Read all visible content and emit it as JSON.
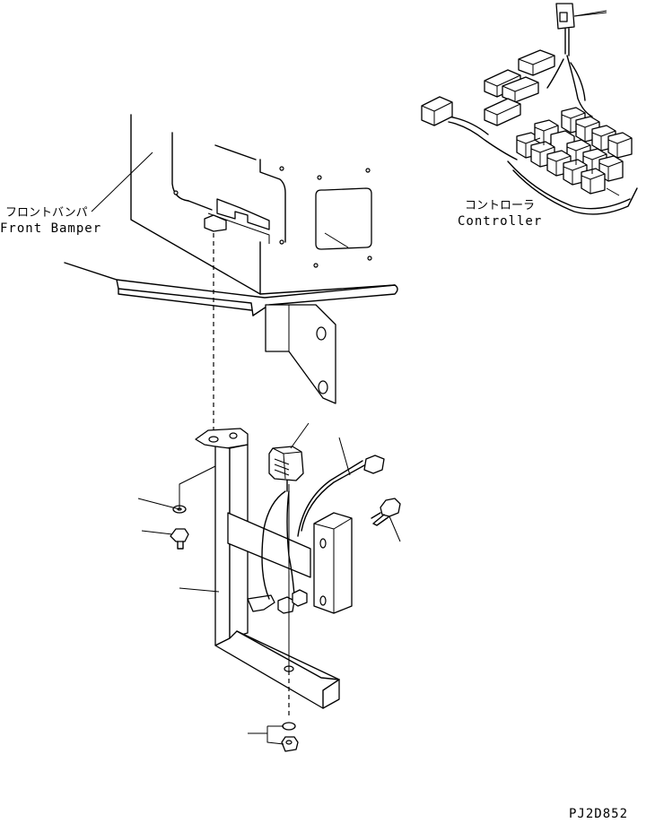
{
  "labels": {
    "front_bumper_jp": "フロントバンパ",
    "front_bumper_en": "Front Bamper",
    "controller_jp": "コントローラ",
    "controller_en": "Controller",
    "drawing_code": "PJ2D852"
  }
}
